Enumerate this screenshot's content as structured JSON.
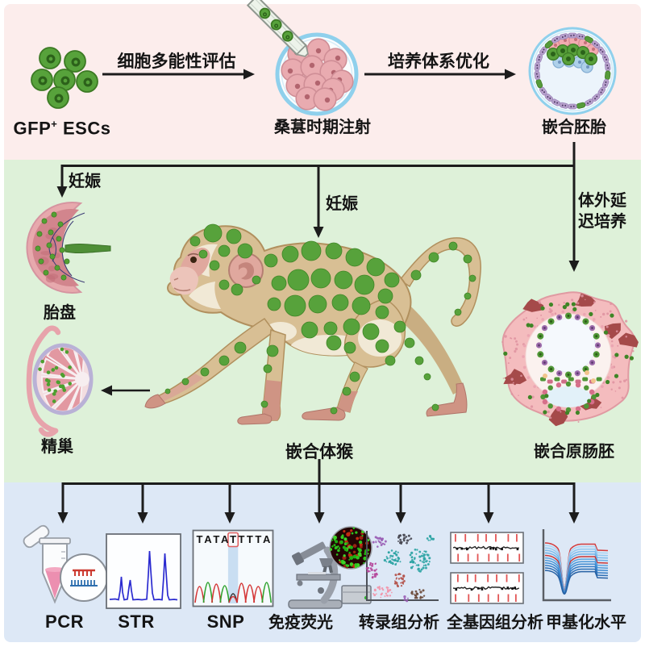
{
  "top": {
    "gfp_base": "GFP",
    "gfp_sup": "+",
    "gfp_rest": "ESCs",
    "step1_label": "细胞多能性评估",
    "morula_label": "桑葚时期注射",
    "step2_label": "培养体系优化",
    "embryo_label": "嵌合胚胎"
  },
  "middle": {
    "pregnancy_left": "妊娠",
    "pregnancy_center": "妊娠",
    "extended_culture": "体外延迟培养",
    "placenta_label": "胎盘",
    "testis_label": "精巢",
    "monkey_label": "嵌合体猴",
    "gastrula_label": "嵌合原肠胚"
  },
  "bottom": {
    "labels": [
      "PCR",
      "STR",
      "SNP",
      "免疫荧光",
      "转录组分析",
      "全基因组分析",
      "甲基化水平"
    ],
    "snp": {
      "sequence": "TATATTTTA",
      "highlight_index": 4
    }
  },
  "colors": {
    "top_bg": "#fcedec",
    "middle_bg": "#def1d9",
    "bottom_bg": "#dde8f6",
    "arrow": "#1c1c1c",
    "gfp_green": "#57a23b",
    "str_trace_blue": "#2b2bd0",
    "snp_peak_red": "#d43434",
    "snp_peak_green": "#2ea32e",
    "tsne": [
      "#9a5fb5",
      "#45454f",
      "#2aa3a3",
      "#b5499c",
      "#b3534b",
      "#f293a8",
      "#6b4a39"
    ],
    "genome_tick_red": "#e35555",
    "methyl_blue": "#4b97d8",
    "methyl_red": "#d33b3b"
  }
}
